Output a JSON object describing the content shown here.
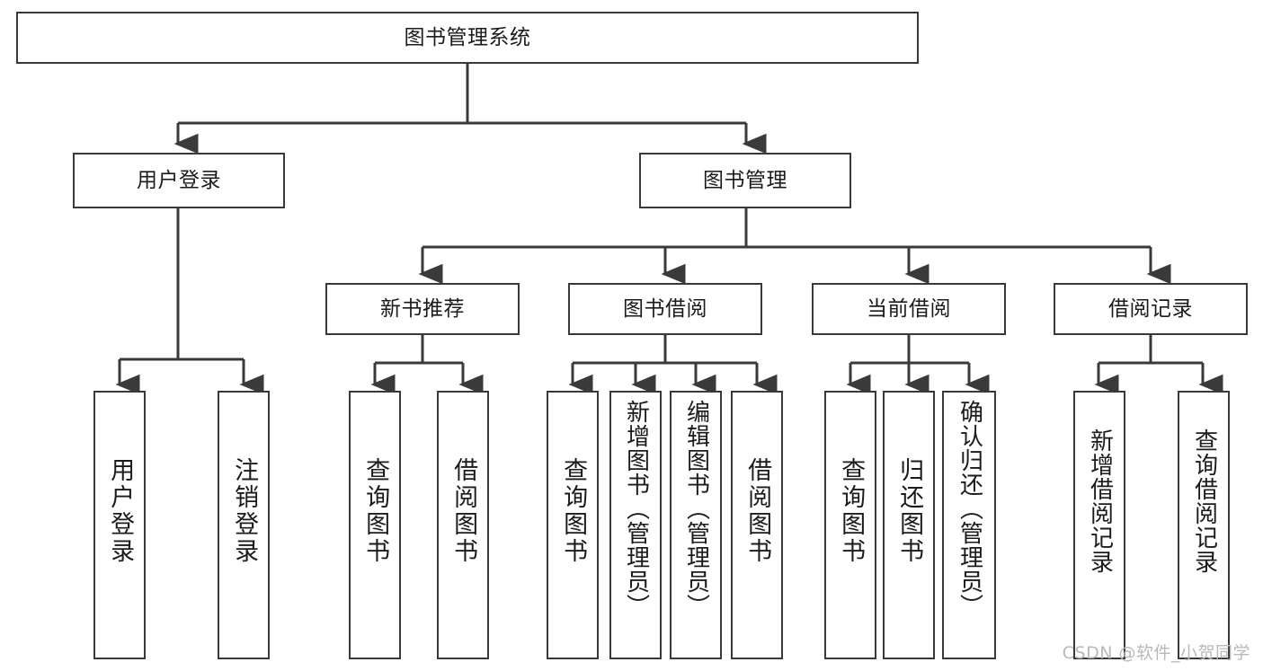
{
  "diagram": {
    "title_text": "图书管理系统",
    "watermark": "CSDN @软件_小贺同学",
    "colors": {
      "box_border": "#393939",
      "box_fill": "#ffffff",
      "line": "#3a3a3a",
      "text": "#1b1b1b",
      "watermark": "#b9b9b9"
    },
    "nodes": {
      "root": {
        "label": "图书管理系统"
      },
      "level2": [
        {
          "label": "用户登录"
        },
        {
          "label": "图书管理"
        }
      ],
      "level3": [
        {
          "label": "新书推荐"
        },
        {
          "label": "图书借阅"
        },
        {
          "label": "当前借阅"
        },
        {
          "label": "借阅记录"
        }
      ],
      "leaves_user_login": [
        {
          "label": "用户登录"
        },
        {
          "label": "注销登录"
        }
      ],
      "leaves_new_book": [
        {
          "label": "查询图书"
        },
        {
          "label": "借阅图书"
        }
      ],
      "leaves_book_borrow": [
        {
          "label": "查询图书"
        },
        {
          "label": "新增图书（管理员）"
        },
        {
          "label": "编辑图书（管理员）"
        },
        {
          "label": "借阅图书"
        }
      ],
      "leaves_current_borrow": [
        {
          "label": "查询图书"
        },
        {
          "label": "归还图书"
        },
        {
          "label": "确认归还（管理员）"
        }
      ],
      "leaves_borrow_record": [
        {
          "label": "新增借阅记录"
        },
        {
          "label": "查询借阅记录"
        }
      ]
    }
  }
}
